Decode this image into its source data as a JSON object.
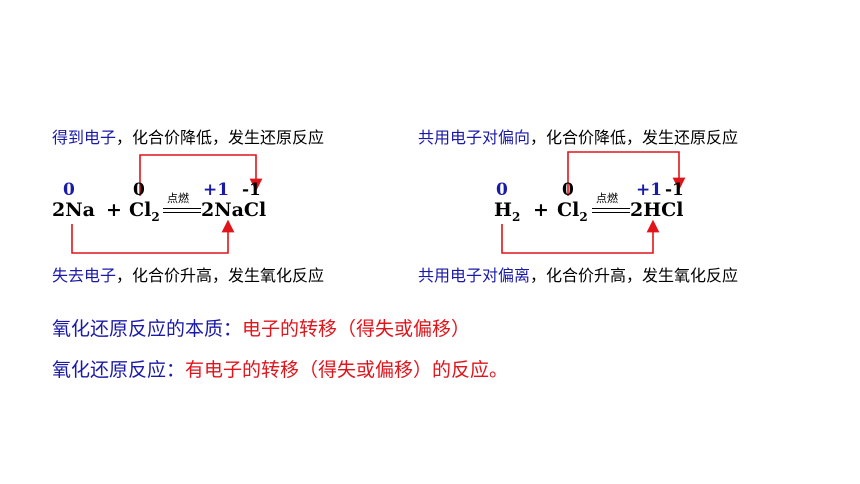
{
  "left": {
    "top_note": {
      "highlight": "得到电子",
      "rest": "，化合价降低，发生还原反应"
    },
    "bottom_note": {
      "highlight": "失去电子",
      "rest": "，化合价升高，发生氧化反应"
    },
    "ox_states": {
      "na": "0",
      "cl2": "0",
      "na_product": "+1",
      "cl_product": "-1"
    },
    "equation": {
      "coef1": "2Na",
      "plus": "+",
      "cl": "Cl",
      "sub": "2",
      "condition": "点燃",
      "product": "2NaCl"
    }
  },
  "right": {
    "top_note": {
      "highlight": "共用电子对偏向",
      "rest": "，化合价降低，发生还原反应"
    },
    "bottom_note": {
      "highlight": "共用电子对偏离",
      "rest": "，化合价升高，发生氧化反应"
    },
    "ox_states": {
      "h2": "0",
      "cl2": "0",
      "h_product": "+1",
      "cl_product": "-1"
    },
    "equation": {
      "h": "H",
      "sub1": "2",
      "plus": "+",
      "cl": "Cl",
      "sub2": "2",
      "condition": "点燃",
      "product": "2HCl"
    }
  },
  "summary1": {
    "label": "氧化还原反应的本质：",
    "value": "电子的转移（得失或偏移）"
  },
  "summary2": {
    "label": "氧化还原反应：",
    "value": "有电子的转移（得失或偏移）的反应。"
  },
  "colors": {
    "blue": "#1a1aa8",
    "red": "#e0151c",
    "arrow": "#e0151c",
    "text": "#000000"
  }
}
